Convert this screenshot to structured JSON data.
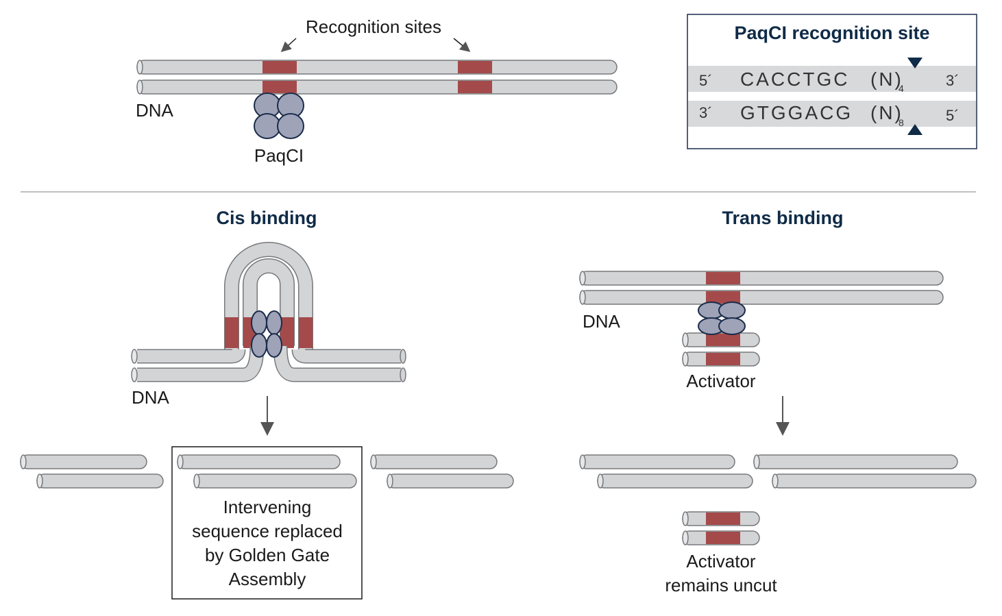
{
  "top": {
    "recognition_sites_label": "Recognition sites",
    "dna_label": "DNA",
    "enzyme_label": "PaqCI"
  },
  "site_box": {
    "title": "PaqCI recognition site",
    "top_strand": {
      "left_end": "5´",
      "sequence": "CACCTGC",
      "spacer": "(N)",
      "spacer_count": "4",
      "right_end": "3´"
    },
    "bottom_strand": {
      "left_end": "3´",
      "sequence": "GTGGACG",
      "spacer": "(N)",
      "spacer_count": "8",
      "right_end": "5´"
    }
  },
  "cis": {
    "title": "Cis binding",
    "dna_label": "DNA",
    "result_lines": [
      "Intervening",
      "sequence replaced",
      "by Golden Gate",
      "Assembly"
    ]
  },
  "trans": {
    "title": "Trans binding",
    "dna_label": "DNA",
    "activator_label": "Activator",
    "result_lines": [
      "Activator",
      "remains uncut"
    ]
  },
  "colors": {
    "dna_fill": "#d3d4d6",
    "dna_stroke": "#77787b",
    "site": "#a54a4a",
    "enzyme": "#9ea3b8",
    "enzyme_stroke": "#1a2c4a",
    "title": "#0f2b47",
    "arrow": "#555555"
  }
}
